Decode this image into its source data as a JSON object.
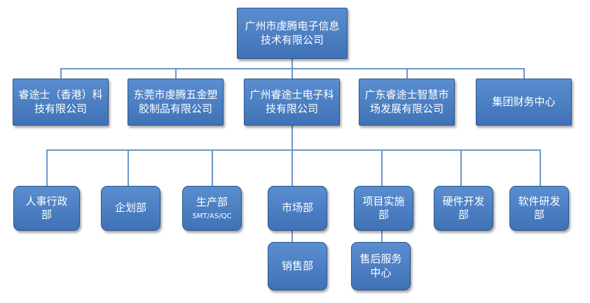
{
  "root": {
    "label": "广州市虔腾电子信息技术有限公司"
  },
  "companies": [
    {
      "label": "睿途士（香港）科技有限公司"
    },
    {
      "label": "东莞市虔腾五金塑胶制品有限公司"
    },
    {
      "label": "广州睿途士电子科技有限公司"
    },
    {
      "label": "广东睿途士智慧市场发展有限公司"
    },
    {
      "label": "集团财务中心"
    }
  ],
  "departments": [
    {
      "label": "人事行政部"
    },
    {
      "label": "企划部"
    },
    {
      "label": "生产部",
      "sublabel": "SMT/AS/QC"
    },
    {
      "label": "市场部"
    },
    {
      "label": "项目实施部"
    },
    {
      "label": "硬件开发部"
    },
    {
      "label": "软件研发部"
    }
  ],
  "subunits": [
    {
      "label": "销售部"
    },
    {
      "label": "售后服务中心"
    }
  ],
  "colors": {
    "box": "#4a7fc1",
    "border": "#2c558c",
    "connector": "#6d96c8",
    "text": "#ffffff"
  }
}
